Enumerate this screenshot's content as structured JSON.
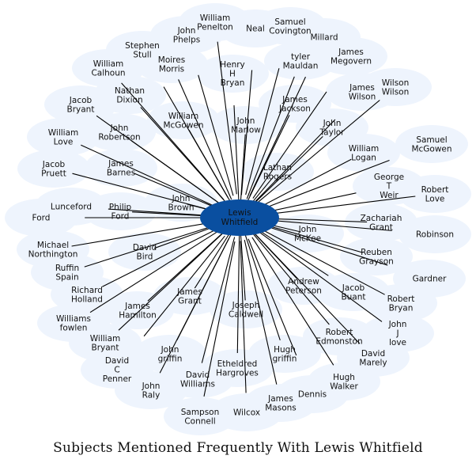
{
  "caption": "Subjects Mentioned Frequently With Lewis Whitfield",
  "colors": {
    "hub_fill": "#0a4fa0",
    "halo_fill": "#eef4fd",
    "edge": "#000000"
  },
  "center": {
    "label": "Lewis Whitfield"
  },
  "nodes": [
    {
      "label": "William Penelton"
    },
    {
      "label": "Stephen Stull"
    },
    {
      "label": "John Phelps"
    },
    {
      "label": "Neal"
    },
    {
      "label": "Samuel Covington"
    },
    {
      "label": "Millard"
    },
    {
      "label": "Moires Morris"
    },
    {
      "label": "tyler Mauldan"
    },
    {
      "label": "James Megovern"
    },
    {
      "label": "William Calhoun"
    },
    {
      "label": "Henry H Bryan"
    },
    {
      "label": "Nathan Dixion"
    },
    {
      "label": "Jacob Bryant"
    },
    {
      "label": "James Wilson"
    },
    {
      "label": "Wilson Wilson"
    },
    {
      "label": "James Jackson"
    },
    {
      "label": "William McGowen"
    },
    {
      "label": "John Marlow"
    },
    {
      "label": "John Taylor"
    },
    {
      "label": "William Love"
    },
    {
      "label": "John Robertson"
    },
    {
      "label": "Samuel McGowen"
    },
    {
      "label": "William Logan"
    },
    {
      "label": "Jacob Pruett"
    },
    {
      "label": "James Barnes"
    },
    {
      "label": "Lathan Rogers"
    },
    {
      "label": "George T Weir"
    },
    {
      "label": "Robert Love"
    },
    {
      "label": "Lunceford"
    },
    {
      "label": "Ford"
    },
    {
      "label": "Philip Ford"
    },
    {
      "label": "John Brown"
    },
    {
      "label": "Zachariah Grant"
    },
    {
      "label": "John McKee"
    },
    {
      "label": "Robinson"
    },
    {
      "label": "Michael Northington"
    },
    {
      "label": "David Bird"
    },
    {
      "label": "Reuben Grayson"
    },
    {
      "label": "Ruffin Spain"
    },
    {
      "label": "Gardner"
    },
    {
      "label": "Richard Holland"
    },
    {
      "label": "Andrew Peterson"
    },
    {
      "label": "Jacob Buant"
    },
    {
      "label": "James Grant"
    },
    {
      "label": "Robert Bryan"
    },
    {
      "label": "Williams fowlen"
    },
    {
      "label": "James Hamilton"
    },
    {
      "label": "Joseph Caldwell"
    },
    {
      "label": "John J love"
    },
    {
      "label": "William Bryant"
    },
    {
      "label": "Robert Edmonston"
    },
    {
      "label": "John griffin"
    },
    {
      "label": "David Marely"
    },
    {
      "label": "David C Penner"
    },
    {
      "label": "Hugh griffin"
    },
    {
      "label": "David Williams"
    },
    {
      "label": "Etheldred Hargroves"
    },
    {
      "label": "Hugh Walker"
    },
    {
      "label": "John Raly"
    },
    {
      "label": "Dennis"
    },
    {
      "label": "James Masons"
    },
    {
      "label": "Sampson Connell"
    },
    {
      "label": "Wilcox"
    }
  ]
}
